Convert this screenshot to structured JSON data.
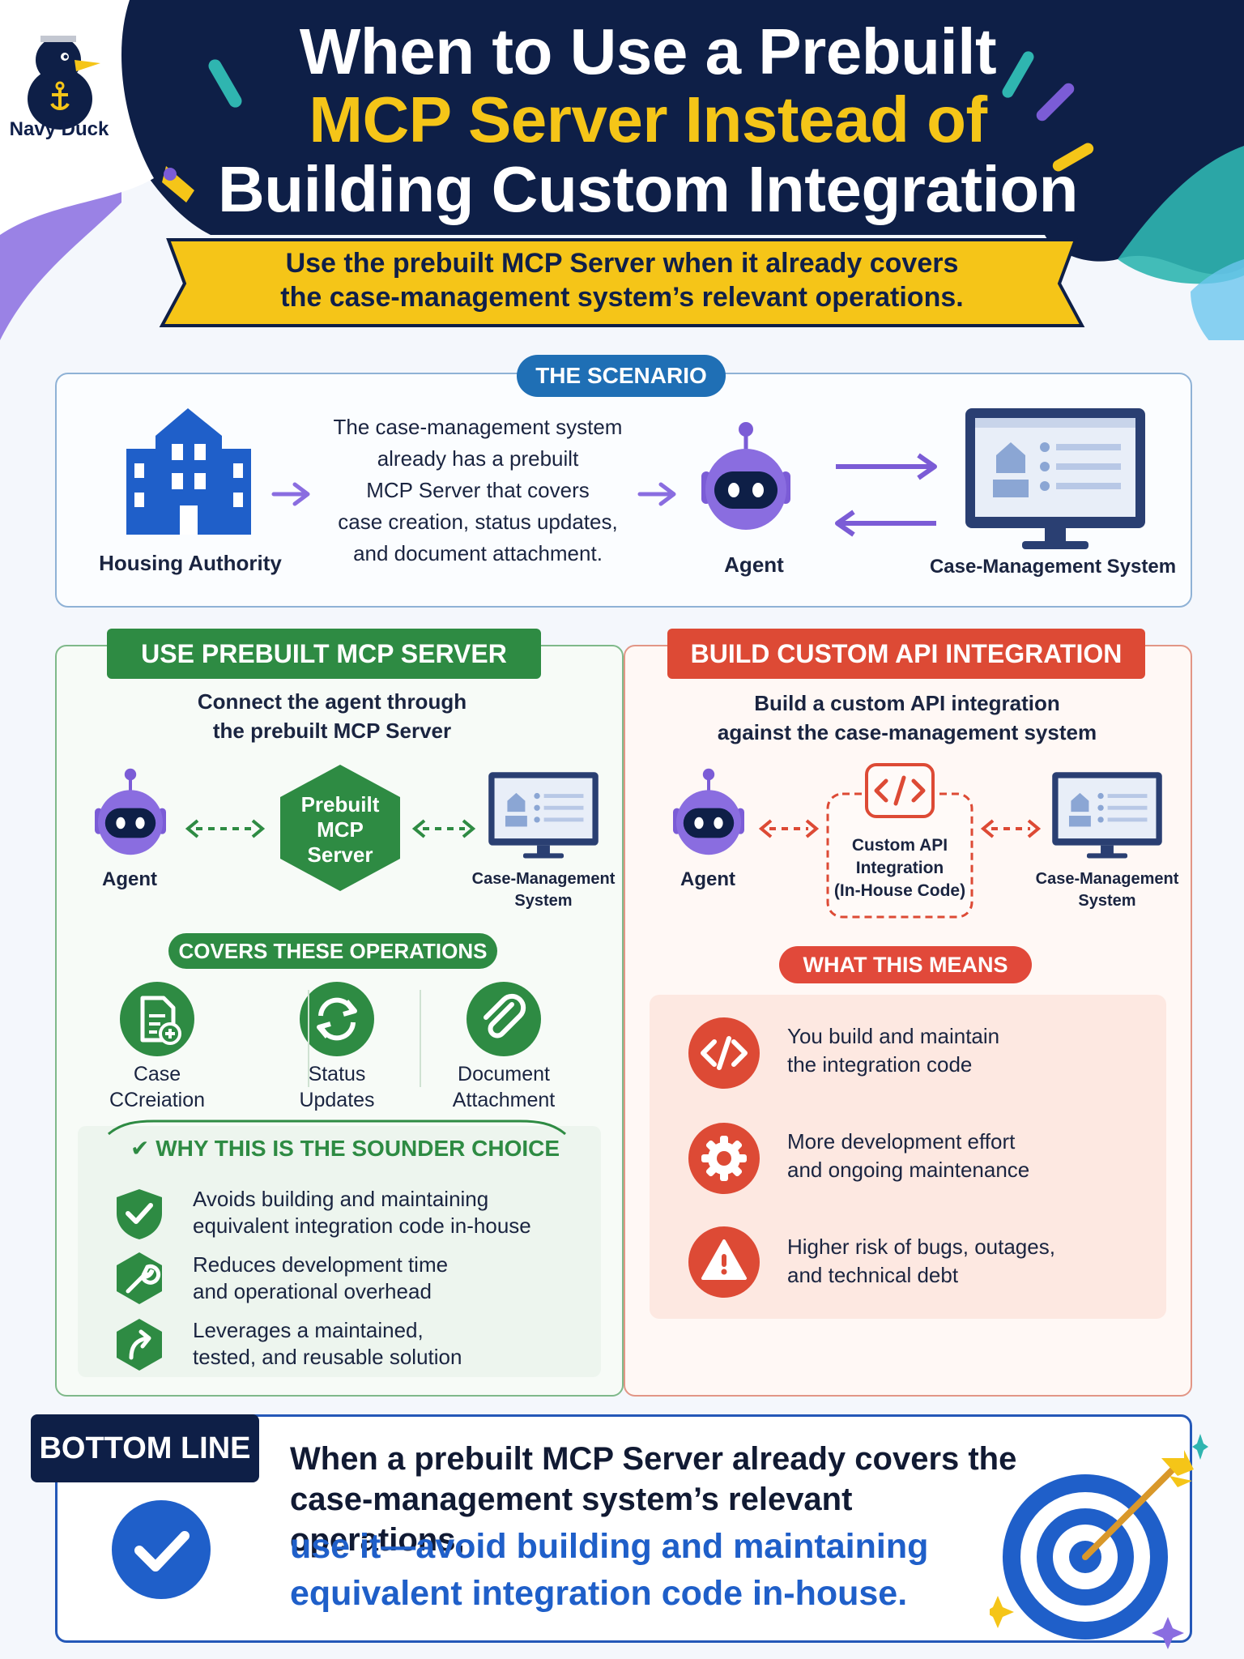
{
  "brand": {
    "name": "Navy Duck"
  },
  "header": {
    "title_line1": "When to Use a Prebuilt",
    "title_line2": "MCP Server Instead of",
    "title_line3": "Building Custom Integration",
    "subtitle_line1": "Use the prebuilt MCP Server when it already covers",
    "subtitle_line2": "the case-management system’s relevant operations."
  },
  "scenario": {
    "badge": "THE SCENARIO",
    "actor_left": "Housing Authority",
    "description_lines": [
      "The case-management system",
      "already has a prebuilt",
      "MCP Server that covers",
      "case creation, status updates,",
      "and document attachment."
    ],
    "agent": "Agent",
    "system": "Case-Management System"
  },
  "prebuilt": {
    "badge": "USE PREBUILT MCP SERVER",
    "intro_line1": "Connect the agent through",
    "intro_line2": "the prebuilt MCP Server",
    "agent": "Agent",
    "server_lines": [
      "Prebuilt",
      "MCP",
      "Server"
    ],
    "system_line1": "Case-Management",
    "system_line2": "System",
    "covers_badge": "COVERS THESE OPERATIONS",
    "operations": [
      {
        "line1": "Case",
        "line2": "CCreiation",
        "icon": "document-plus-icon"
      },
      {
        "line1": "Status",
        "line2": "Updates",
        "icon": "sync-icon"
      },
      {
        "line1": "Document",
        "line2": "Attachment",
        "icon": "paperclip-icon"
      }
    ],
    "why_title": "WHY THIS IS THE SOUNDER CHOICE",
    "reasons": [
      {
        "line1": "Avoids building and maintaining",
        "line2": "equivalent integration code in-house",
        "icon": "shield-check-icon"
      },
      {
        "line1": "Reduces development time",
        "line2": "and operational overhead",
        "icon": "wrench-icon"
      },
      {
        "line1": "Leverages a maintained,",
        "line2": "tested, and reusable solution",
        "icon": "arrow-up-icon"
      }
    ]
  },
  "custom": {
    "badge": "BUILD CUSTOM API INTEGRATION",
    "intro_line1": "Build a custom API integration",
    "intro_line2": "against the case-management system",
    "agent": "Agent",
    "integration_lines": [
      "Custom API",
      "Integration",
      "(In-House Code)"
    ],
    "system_line1": "Case-Management",
    "system_line2": "System",
    "means_badge": "WHAT THIS MEANS",
    "consequences": [
      {
        "line1": "You build and maintain",
        "line2": "the integration code",
        "icon": "code-icon"
      },
      {
        "line1": "More development effort",
        "line2": "and ongoing maintenance",
        "icon": "gear-icon"
      },
      {
        "line1": "Higher risk of bugs, outages,",
        "line2": "and technical debt",
        "icon": "warning-icon"
      }
    ]
  },
  "bottom_line": {
    "badge": "BOTTOM LINE",
    "line1": "When a prebuilt MCP Server already covers the",
    "line2": "case-management system’s relevant operations,",
    "line3": "use it—avoid building and maintaining",
    "line4": "equivalent integration code in-house."
  },
  "colors": {
    "navy": "#0e1f47",
    "yellow": "#f5c518",
    "blue": "#1f6fb5",
    "green": "#2e8b43",
    "red": "#dd4a35",
    "purple": "#7b5cd6"
  }
}
